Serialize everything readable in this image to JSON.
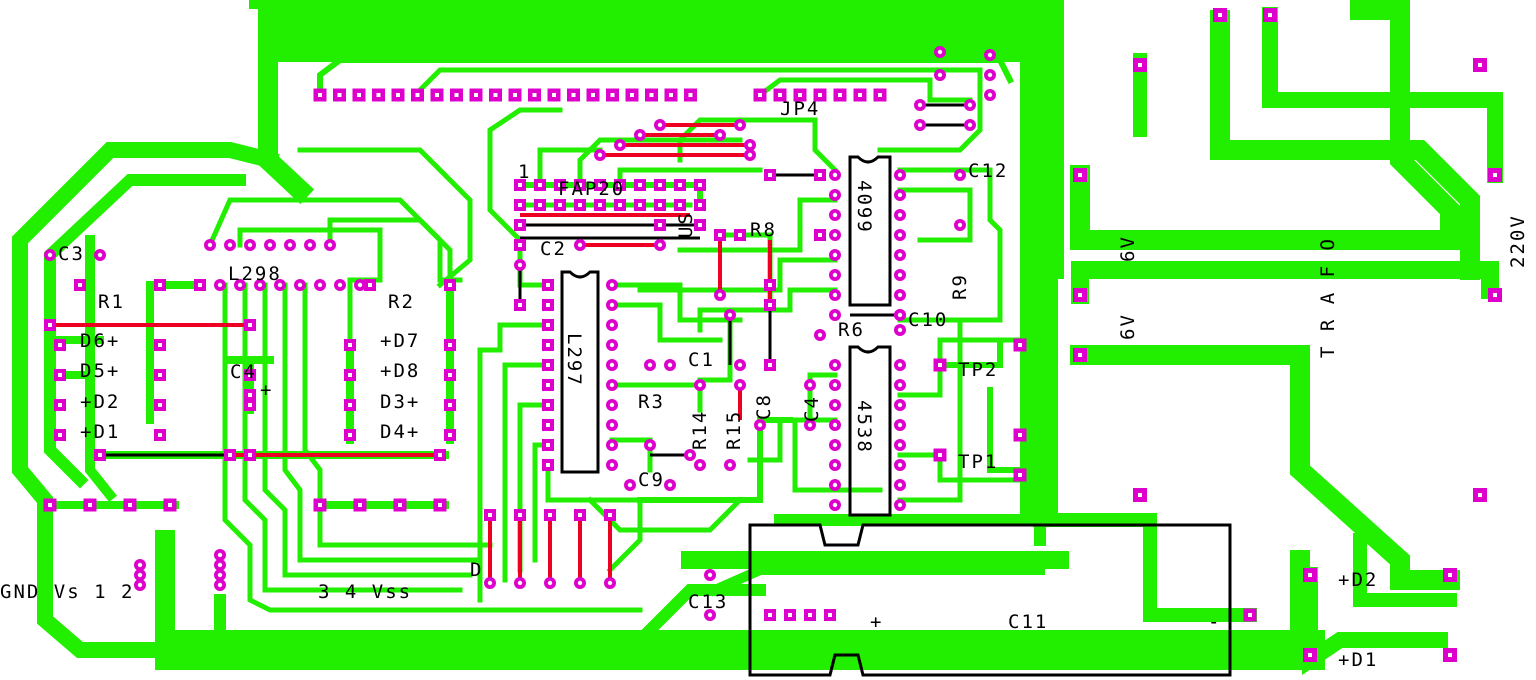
{
  "colors": {
    "copper": "#22ee00",
    "pad": "#dd00cc",
    "pad_hole": "#ffffff",
    "silkscreen": "#000000",
    "jumper": "#ee0022",
    "background": "#ffffff"
  },
  "labels": {
    "fap20": "FAP20",
    "pin_one": "1",
    "us": "US",
    "c2": "C2",
    "jp4": "JP4",
    "r8": "R8",
    "c12": "C12",
    "ic_4099": "4099",
    "r9": "R9",
    "c10": "C10",
    "r6": "R6",
    "ic_4538": "4538",
    "tp2": "TP2",
    "tp1": "TP1",
    "c3": "C3",
    "l298": "L298",
    "r1": "R1",
    "r2": "R2",
    "d6": "D6+",
    "d5": "D5+",
    "d2_left": "+D2",
    "d1_left": "+D1",
    "c4_left": "C4",
    "c4_plus": "+",
    "d7": "+D7",
    "d8": "+D8",
    "d3": "D3+",
    "d4": "D4+",
    "l297": "L297",
    "c1": "C1",
    "r3": "R3",
    "r14": "R14",
    "r15": "R15",
    "c8": "C8",
    "c4_mid": "C4",
    "c9": "C9",
    "d_conn": "D",
    "c13": "C13",
    "c11": "C11",
    "c11_plus": "+",
    "c11_minus": "-",
    "gnd_row": "GND Vs 1 2",
    "bottom_row": "3 4 Vss",
    "d2_right": "+D2",
    "d1_right": "+D1",
    "sixv_a": "6V",
    "sixv_b": "6V",
    "trafo": "T R A F O",
    "v220": "220V"
  }
}
